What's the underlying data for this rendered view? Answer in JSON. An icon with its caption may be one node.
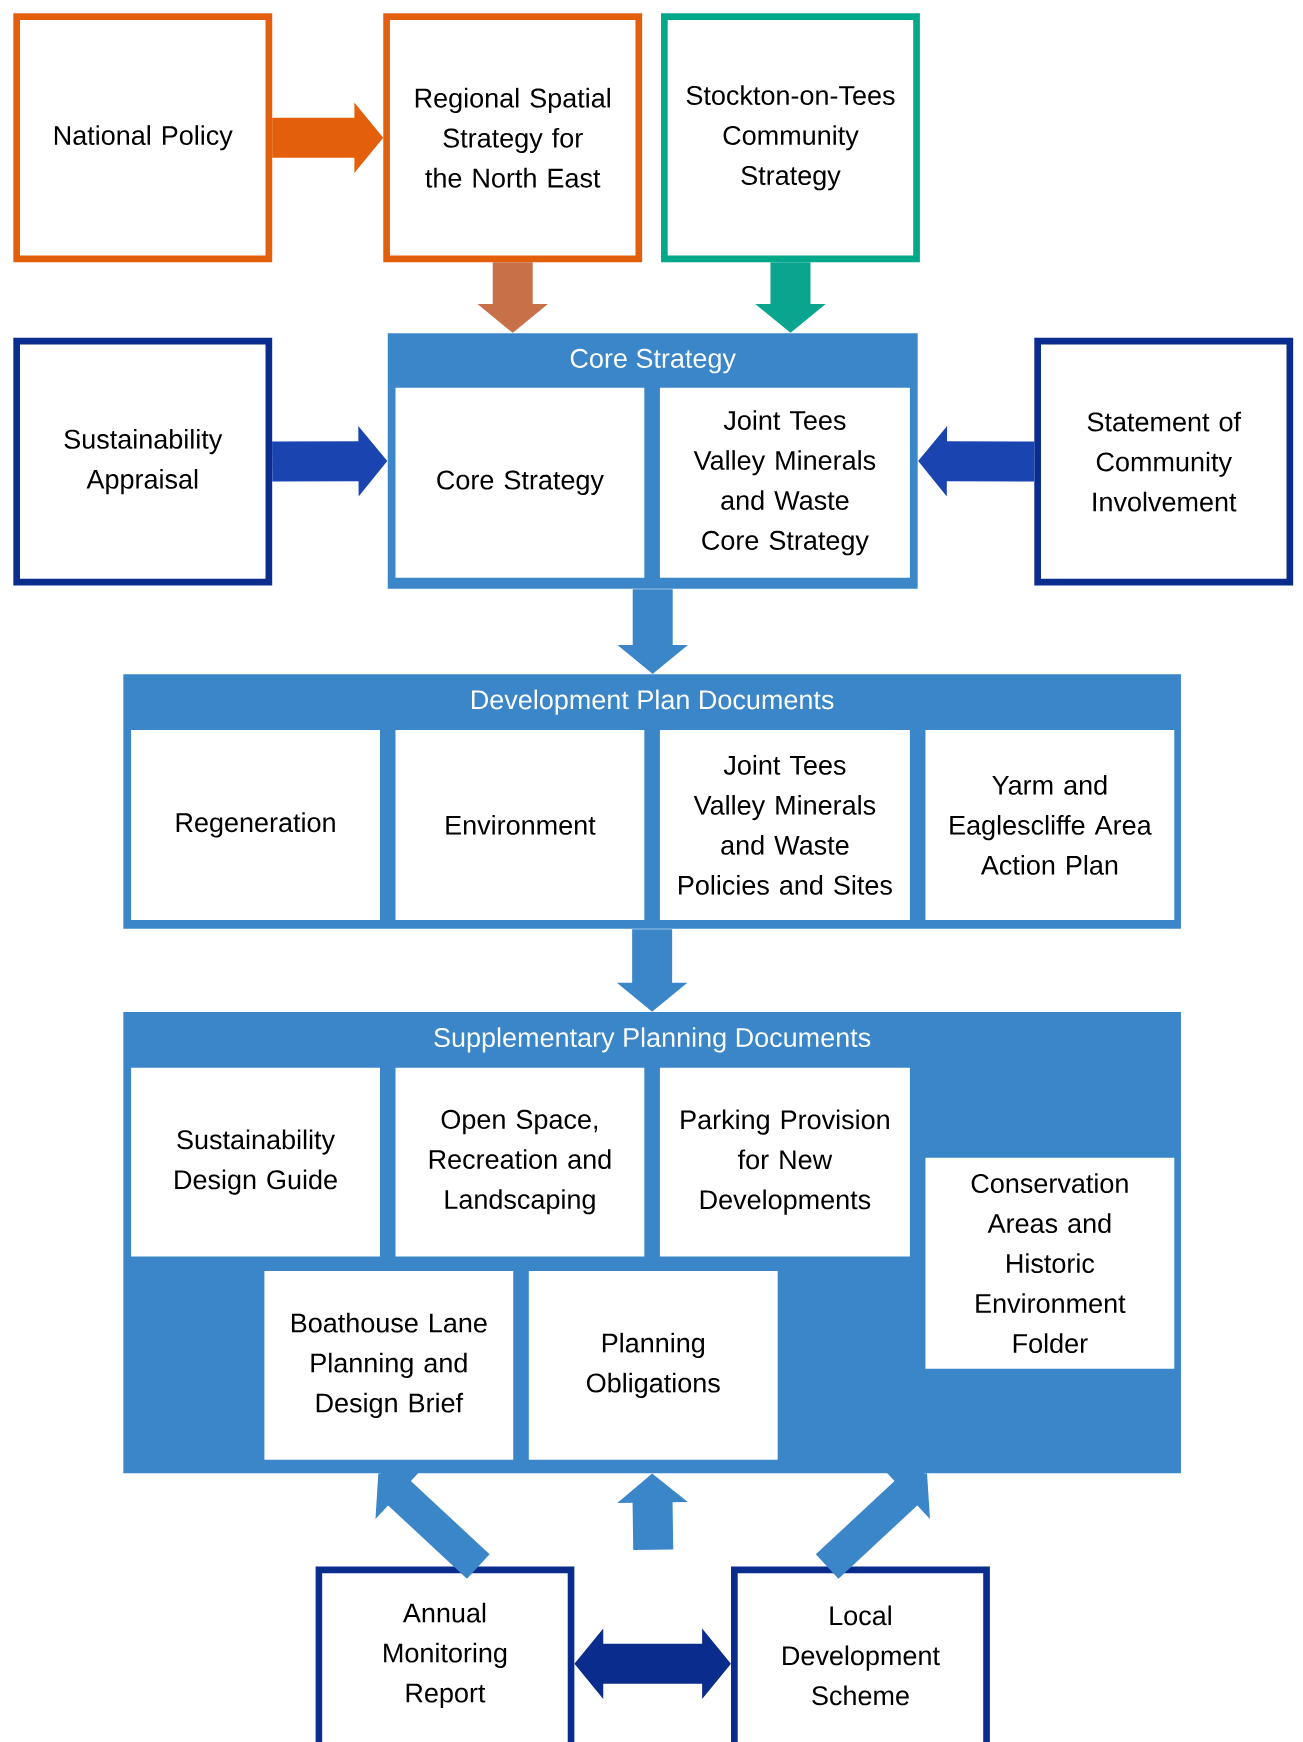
{
  "diagram": {
    "nodes": [
      {
        "text": [
          "National Policy"
        ]
      },
      {
        "text": [
          "Regional Spatial Strategy for the North East"
        ]
      },
      {
        "text": [
          "Stockton-on-Tees Community Strategy"
        ]
      },
      {
        "text": [
          "Sustainability Appraisal"
        ]
      },
      {
        "text": [
          "Core Strategy"
        ]
      },
      {
        "text": [
          "Core Strategy"
        ],
        "in": 4
      },
      {
        "text": [
          "Joint Tees Valley Minerals and Waste Core Strategy"
        ],
        "in": 4
      },
      {
        "text": [
          "Statement of Community Involvement"
        ]
      },
      {
        "text": [
          "Development Plan Documents"
        ]
      },
      {
        "text": [
          "Regeneration"
        ],
        "in": 8
      },
      {
        "text": [
          "Environment"
        ],
        "in": 8
      },
      {
        "text": [
          "Joint Tees Valley Minerals and Waste Policies and Sites"
        ],
        "in": 8
      },
      {
        "text": [
          "Yarm and Eaglescliffe Area Action Plan"
        ],
        "in": 8
      },
      {
        "text": [
          "Supplementary Planning Documents"
        ]
      },
      {
        "text": [
          "Sustainability Design Guide"
        ],
        "in": 13
      },
      {
        "text": [
          "Open Space, Recreation and Landscaping"
        ],
        "in": 13
      },
      {
        "text": [
          "Parking Provision for New Developments"
        ],
        "in": 13
      },
      {
        "text": [
          "Conservation Areas and Historic Environment Folder"
        ],
        "in": 13
      },
      {
        "text": [
          "Boathouse Lane Planning and Design Brief"
        ],
        "in": 13
      },
      {
        "text": [
          "Planning Obligations"
        ],
        "in": 13
      },
      {
        "text": [
          "Annual Monitoring Report"
        ]
      },
      {
        "text": [
          "Local Development Scheme"
        ]
      }
    ],
    "edges": [
      {
        "from": 0,
        "to": 1,
        "arrow": "to",
        "color": "#e35f0b"
      },
      {
        "from": 1,
        "to": 4,
        "arrow": "to",
        "color": "#c87048"
      },
      {
        "from": 2,
        "to": 4,
        "arrow": "to",
        "color": "#0aa58e"
      },
      {
        "from": 3,
        "to": 4,
        "arrow": "to",
        "color": "#1a44b0"
      },
      {
        "from": 7,
        "to": 4,
        "arrow": "to",
        "color": "#1a44b0"
      },
      {
        "from": 4,
        "to": 8,
        "arrow": "to"
      },
      {
        "from": 8,
        "to": 13,
        "arrow": "to"
      },
      {
        "from": 20,
        "to": 13,
        "arrow": "to"
      },
      {
        "from": null,
        "to": 13,
        "arrow": "to"
      },
      {
        "from": 21,
        "to": 13,
        "arrow": "to"
      },
      {
        "from": 20,
        "to": 21,
        "arrow": "both",
        "color": "#0a2c8c"
      }
    ]
  }
}
